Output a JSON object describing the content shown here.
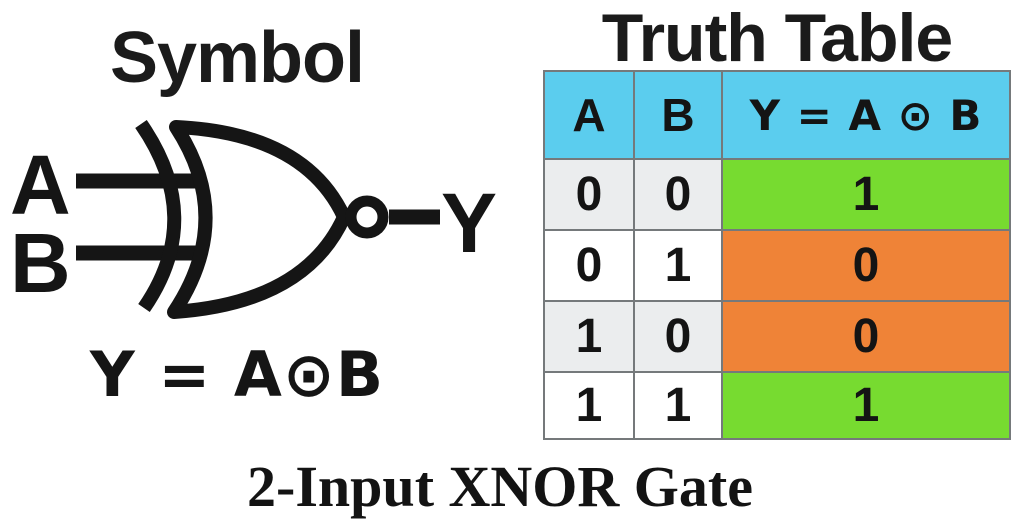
{
  "titles": {
    "symbol": "Symbol",
    "truth_table": "Truth Table",
    "footer": "2-Input XNOR Gate"
  },
  "gate": {
    "input_a": "A",
    "input_b": "B",
    "output": "Y",
    "equation": "Y = A⊙B"
  },
  "truth_table": {
    "headers": {
      "a": "A",
      "b": "B",
      "y": "Y = A ⊙ B"
    },
    "rows": [
      {
        "a": "0",
        "b": "0",
        "y": "1",
        "y_state": "high"
      },
      {
        "a": "0",
        "b": "1",
        "y": "0",
        "y_state": "low"
      },
      {
        "a": "1",
        "b": "0",
        "y": "0",
        "y_state": "low"
      },
      {
        "a": "1",
        "b": "1",
        "y": "1",
        "y_state": "high"
      }
    ]
  },
  "colors": {
    "header_bg": "#5bcdee",
    "row_alt_bg": "#ebedee",
    "row_bg": "#ffffff",
    "output_high_bg": "#77db30",
    "output_low_bg": "#ef8337",
    "table_border": "#75797b",
    "ink": "#111111",
    "background": "#ffffff"
  }
}
